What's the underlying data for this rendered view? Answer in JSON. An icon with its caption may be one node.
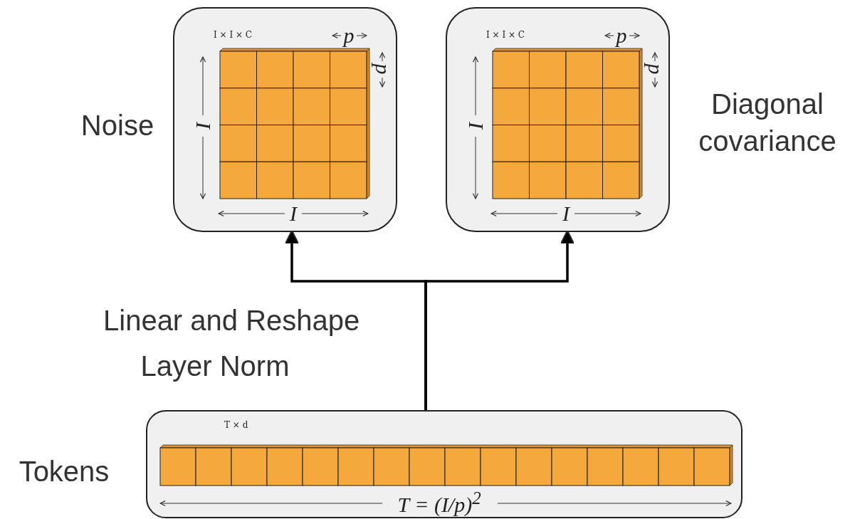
{
  "diagram": {
    "nodes": [
      {
        "text": [
          "Noise",
          "I × I × C"
        ]
      },
      {
        "text": [
          "Diagonal covariance",
          "I × I × C"
        ]
      },
      {
        "text": [
          "Tokens",
          "T × d"
        ]
      }
    ],
    "edges": [
      {
        "from": 2,
        "to": 0,
        "arrow": "to"
      },
      {
        "from": 2,
        "to": 1,
        "arrow": "to"
      }
    ],
    "labels": [
      "p",
      "p",
      "I",
      "I",
      "p",
      "p",
      "I",
      "I",
      "Linear and Reshape",
      "Layer Norm",
      "T = (I/p)$^{2}$"
    ]
  }
}
